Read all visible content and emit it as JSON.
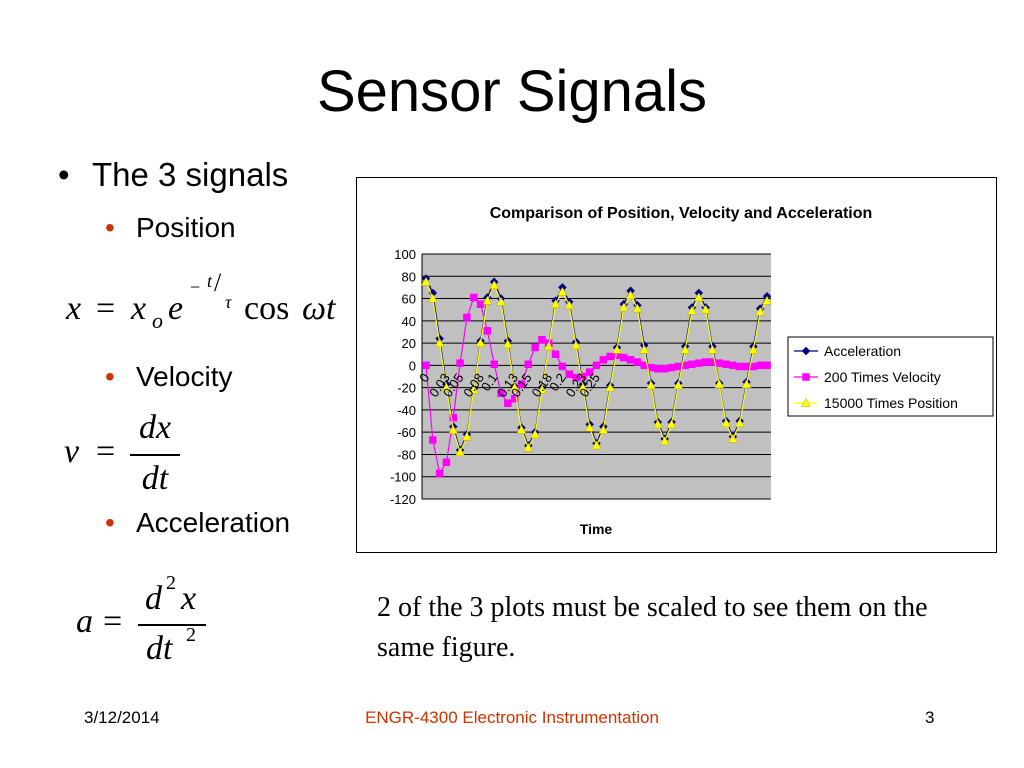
{
  "slide": {
    "title": "Sensor Signals",
    "bullet_main": "The 3 signals",
    "bullet_marker": "•",
    "sub_position": "Position",
    "sub_velocity": "Velocity",
    "sub_acceleration": "Acceleration",
    "note": "2 of the 3 plots must be scaled to see them on the same figure.",
    "footer_date": "3/12/2014",
    "footer_course": "ENGR-4300  Electronic Instrumentation",
    "footer_page": "3"
  },
  "equations": {
    "position": {
      "lhs": "x",
      "eq": "=",
      "x": "x",
      "sub_o": "o",
      "e": "e",
      "minus": "−",
      "t": "t",
      "tau": "τ",
      "cos": "cos",
      "omega": "ω",
      "tt": "t"
    },
    "velocity": {
      "lhs": "v",
      "eq": "=",
      "num": "dx",
      "den": "dt"
    },
    "acceleration": {
      "lhs": "a",
      "eq": "=",
      "num_d": "d",
      "num_2": "2",
      "num_x": "x",
      "den_dt": "dt",
      "den_2": "2"
    }
  },
  "colors": {
    "accent": "#cc3300",
    "plot_area": "#c0c0c0",
    "acceleration": "#000080",
    "velocity": "#ff00ff",
    "position": "#ffff00"
  },
  "chart_data": {
    "type": "line",
    "title": "Comparison of Position, Velocity and Acceleration",
    "xlabel": "Time",
    "ylabel": "",
    "ylim": [
      -120,
      100
    ],
    "ytick_step": 20,
    "category_step": 0.01,
    "tick_labels": [
      "0",
      "0.03",
      "0.05",
      "0.08",
      "0.1",
      "0.13",
      "0.15",
      "0.18",
      "0.2",
      "0.23",
      "0.25"
    ],
    "tick_label_indices": [
      0,
      3,
      5,
      8,
      10,
      13,
      15,
      18,
      20,
      23,
      25
    ],
    "grid": true,
    "legend": "right",
    "series": [
      {
        "name": "Acceleration",
        "color": "#000080",
        "marker": "diamond",
        "values": [
          78,
          65,
          24,
          -17,
          -55,
          -76,
          -62,
          -21,
          22,
          61,
          75,
          60,
          22,
          -19,
          -56,
          -72,
          -60,
          -20,
          18,
          58,
          70,
          57,
          21,
          -17,
          -53,
          -70,
          -55,
          -18,
          16,
          55,
          67,
          54,
          18,
          -16,
          -51,
          -66,
          -51,
          -16,
          17,
          52,
          65,
          52,
          17,
          -16,
          -50,
          -64,
          -50,
          -15,
          17,
          51,
          62
        ]
      },
      {
        "name": "200 Times Velocity",
        "color": "#ff00ff",
        "marker": "square",
        "values": [
          0,
          -67,
          -97,
          -87,
          -47,
          2,
          43,
          61,
          55,
          31,
          1,
          -25,
          -34,
          -30,
          -17,
          1,
          16,
          23,
          20,
          10,
          -1,
          -8,
          -11,
          -10,
          -6,
          0,
          5,
          8,
          9,
          7,
          5,
          3,
          0,
          -2,
          -3,
          -3,
          -2,
          -1,
          0,
          1,
          2,
          3,
          3,
          2,
          1,
          0,
          -1,
          -1,
          -1,
          0,
          0
        ]
      },
      {
        "name": "15000 Times Position",
        "color": "#ffff00",
        "marker": "triangle",
        "values": [
          75,
          60,
          20,
          -20,
          -58,
          -78,
          -64,
          -22,
          20,
          58,
          72,
          57,
          19,
          -20,
          -58,
          -74,
          -62,
          -22,
          17,
          55,
          66,
          54,
          18,
          -20,
          -56,
          -72,
          -58,
          -20,
          14,
          52,
          63,
          51,
          14,
          -18,
          -53,
          -68,
          -53,
          -18,
          14,
          49,
          61,
          50,
          14,
          -17,
          -52,
          -66,
          -52,
          -17,
          14,
          48,
          58
        ]
      }
    ]
  }
}
